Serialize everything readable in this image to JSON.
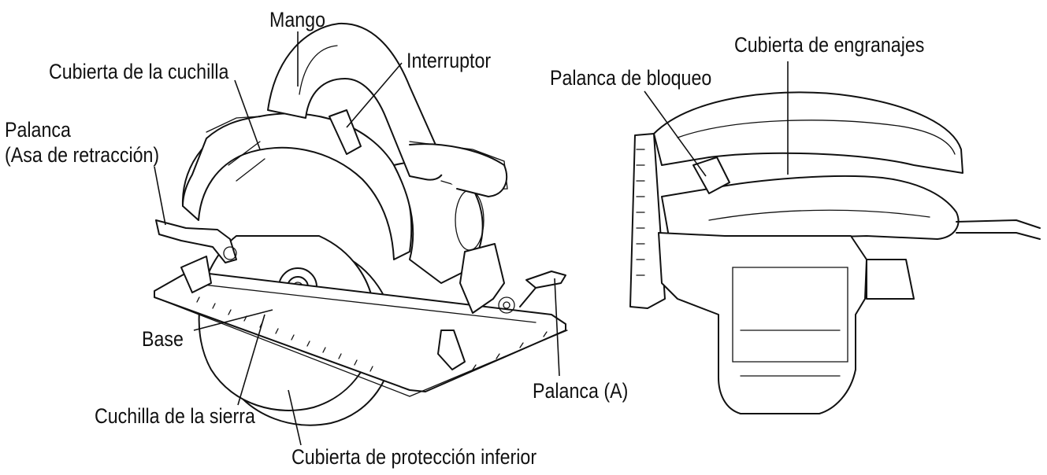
{
  "labels": {
    "mango": "Mango",
    "cubierta_cuchilla": "Cubierta de la cuchilla",
    "interruptor": "Interruptor",
    "palanca_line1": "Palanca",
    "palanca_line2": "(Asa de retracción)",
    "base": "Base",
    "cuchilla_sierra": "Cuchilla de la sierra",
    "cubierta_proteccion": "Cubierta de protección inferior",
    "palanca_a": "Palanca (A)",
    "cubierta_engranajes": "Cubierta de engranajes",
    "palanca_bloqueo": "Palanca de bloqueo"
  }
}
